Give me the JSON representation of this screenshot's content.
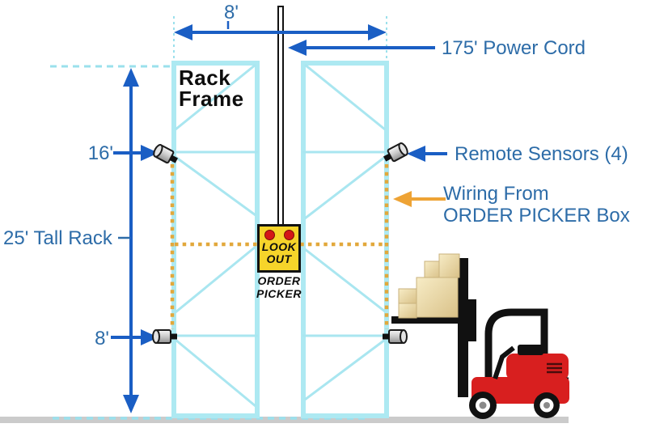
{
  "figure_type": "order-picker warehouse rack safety diagram",
  "labels": {
    "aisle_width": "8'",
    "power_cord": "175' Power Cord",
    "rack_frame": "Rack\nFrame",
    "upper_sensor_height": "16'",
    "remote_sensors": "Remote Sensors (4)",
    "wiring": "Wiring From\nORDER PICKER Box",
    "rack_height": "25' Tall Rack",
    "lower_sensor_height": "8'"
  },
  "warning_box": {
    "text": "LOOK\nOUT",
    "caption": "ORDER\nPICKER"
  },
  "colors": {
    "label_blue": "#2d6ca8",
    "arrow_blue": "#1a5ec4",
    "rack_cyan_thick": "#ade9f2",
    "rack_cyan_thin": "#a9e6f0",
    "guide_cyan": "#9be0ec",
    "wiring_orange": "#e2a83b",
    "warning_yellow": "#f6d42a",
    "warning_red_dot": "#d41616",
    "forklift_red": "#d81f1f",
    "pole_black": "#111111",
    "box_tan": "#ecd9a4",
    "ground_gray": "#cbcbcb"
  },
  "icons": [
    "remote-sensor-icon-top-left",
    "remote-sensor-icon-top-right",
    "remote-sensor-icon-bottom-left",
    "remote-sensor-icon-bottom-right",
    "order-picker-warning-box",
    "forklift-icon",
    "pallet-boxes-icon",
    "power-cord-pole"
  ]
}
